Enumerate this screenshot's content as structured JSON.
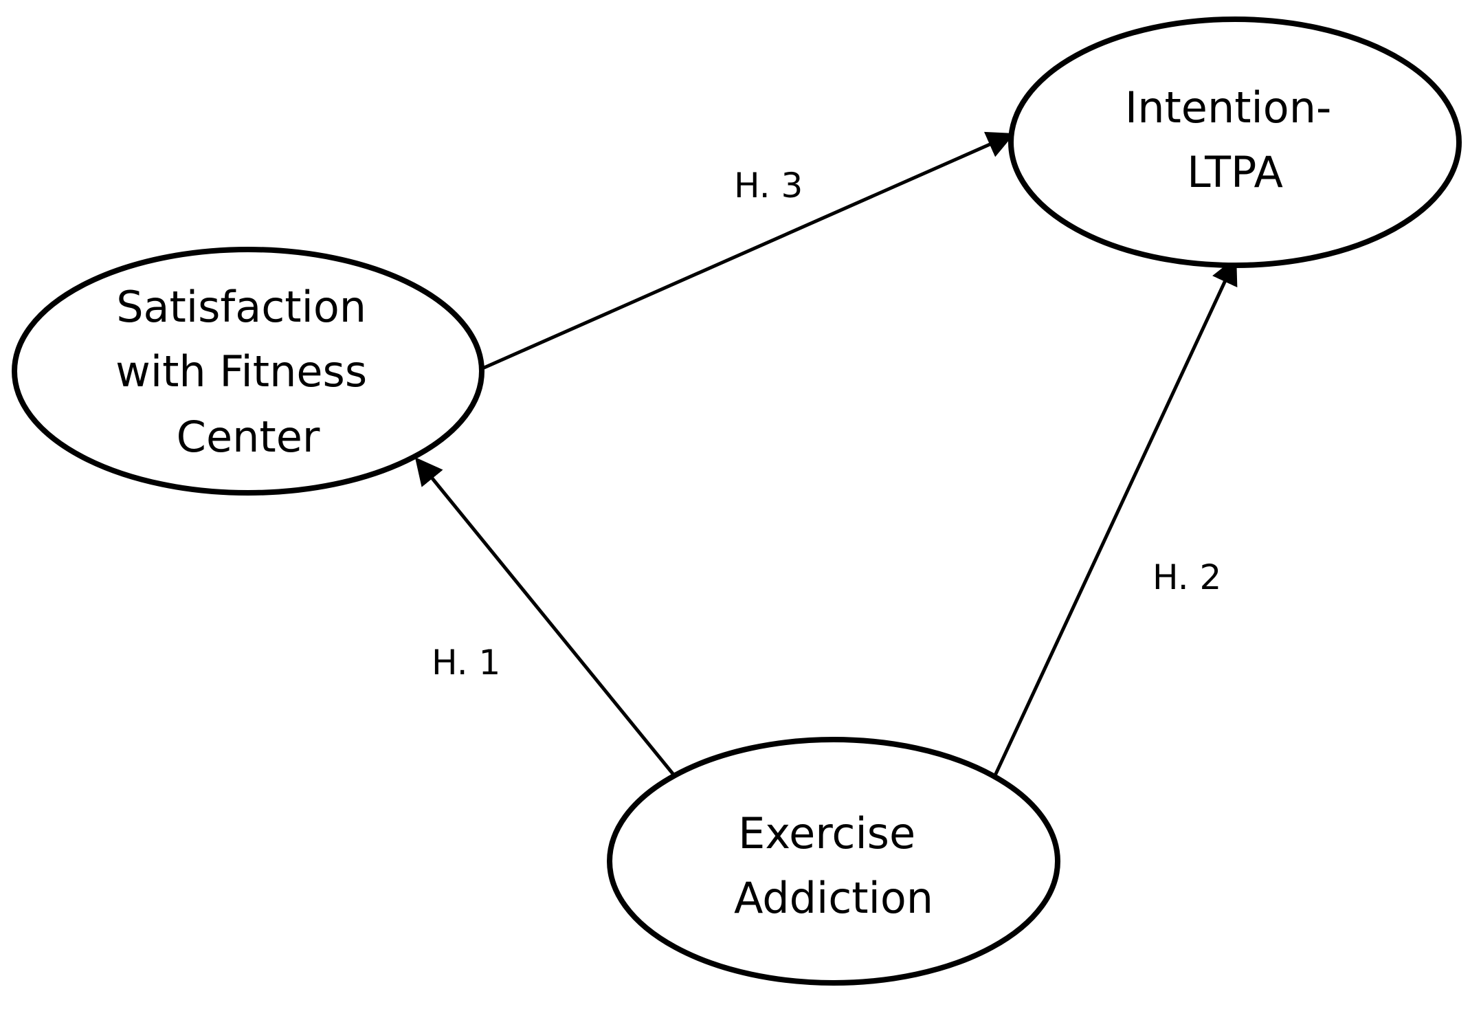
{
  "nodes": {
    "satisfaction": {
      "lines": [
        "Satisfaction",
        "with Fitness",
        "Center"
      ]
    },
    "intention": {
      "lines": [
        "Intention-",
        "LTPA"
      ]
    },
    "addiction": {
      "lines": [
        "Exercise",
        "Addiction"
      ]
    }
  },
  "edges": {
    "h1": {
      "label": "H. 1",
      "from": "Exercise Addiction",
      "to": "Satisfaction with Fitness Center"
    },
    "h2": {
      "label": "H. 2",
      "from": "Exercise Addiction",
      "to": "Intention-LTPA"
    },
    "h3": {
      "label": "H. 3",
      "from": "Satisfaction with Fitness Center",
      "to": "Intention-LTPA"
    }
  },
  "colors": {
    "stroke": "#000000",
    "background": "#ffffff"
  }
}
